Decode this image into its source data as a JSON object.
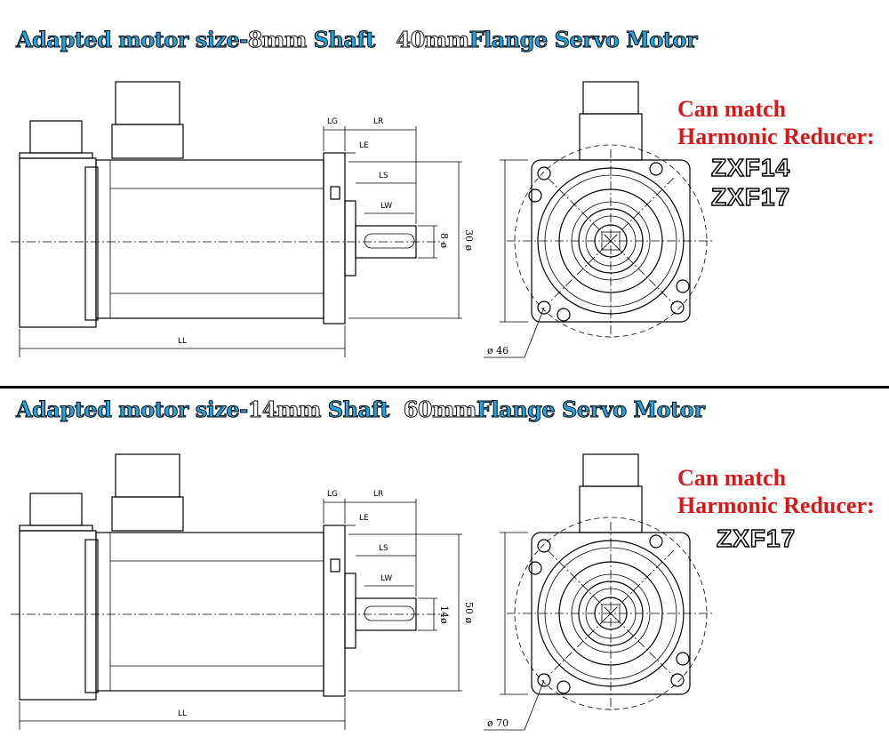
{
  "panels": [
    {
      "title_parts": [
        "Adapted motor size-",
        "8mm",
        " Shaft",
        "   40mm",
        "Flange Servo Motor"
      ],
      "labels": {
        "lg": "LG",
        "lr": "LR",
        "le": "LE",
        "ls": "LS",
        "lw": "LW",
        "ll": "LL"
      },
      "shaft_dia": "8 ø",
      "body_dia": "30 ø",
      "flange_dia": "ø 46",
      "can_match_line1": "Can match",
      "can_match_line2": "Harmonic Reducer:",
      "reducers": [
        "ZXF14",
        "ZXF17"
      ]
    },
    {
      "title_parts": [
        "Adapted motor size-",
        "14mm",
        " Shaft",
        "  60mm",
        "Flange Servo Motor"
      ],
      "labels": {
        "lg": "LG",
        "lr": "LR",
        "le": "LE",
        "ls": "LS",
        "lw": "LW",
        "ll": "LL"
      },
      "shaft_dia": "14ø",
      "body_dia": "50 ø",
      "flange_dia": "ø 70",
      "can_match_line1": "Can match",
      "can_match_line2": "Harmonic Reducer:",
      "reducers": [
        "ZXF17"
      ]
    }
  ],
  "colors": {
    "title": "#1fa4e4",
    "title_middle": "#ffffff",
    "can_match": "#d81818",
    "lines": "#000000"
  }
}
